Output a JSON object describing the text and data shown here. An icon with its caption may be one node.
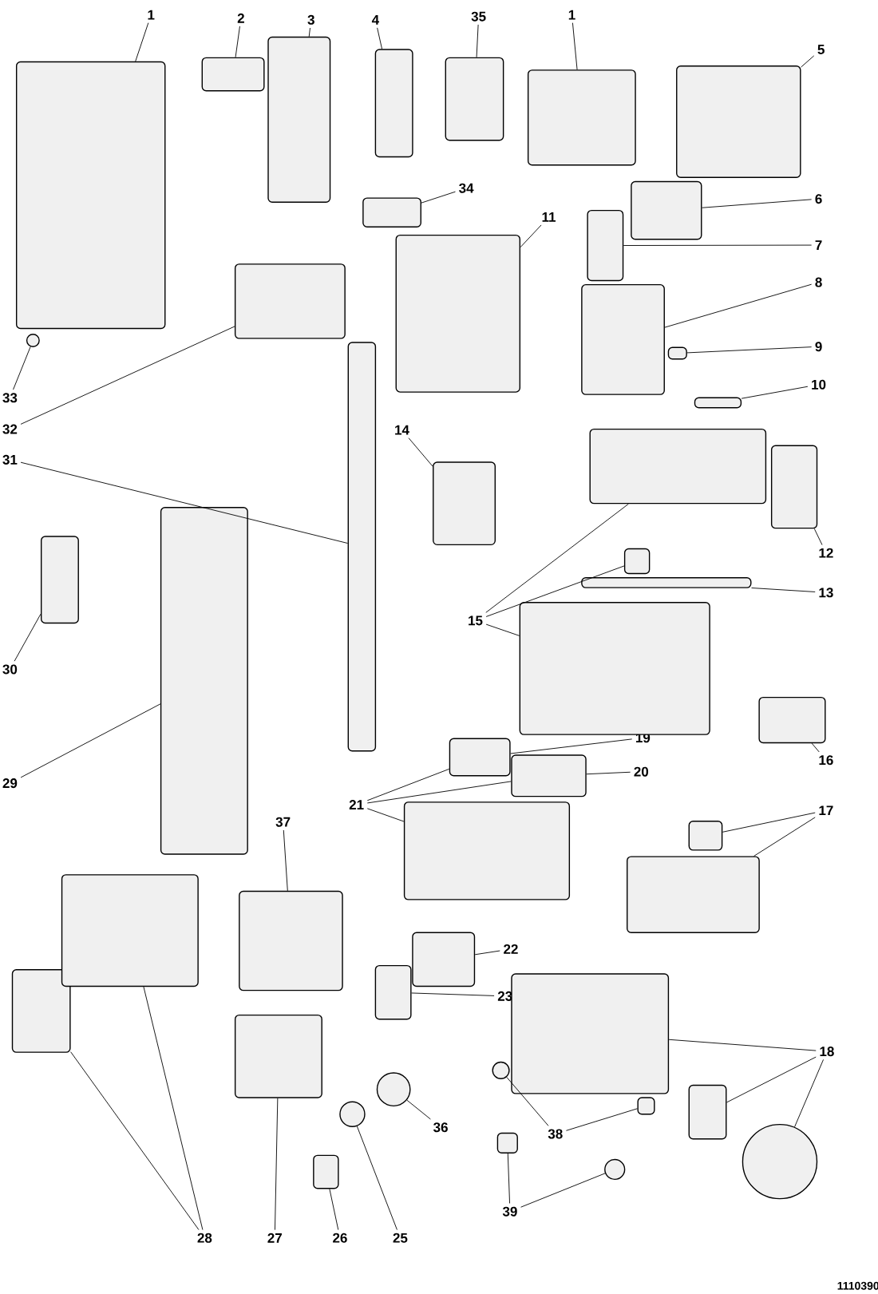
{
  "diagram": {
    "nodes": [
      {
        "text": [
          "1"
        ]
      },
      {
        "text": [
          "2"
        ]
      },
      {
        "text": [
          "3"
        ]
      },
      {
        "text": [
          "4"
        ]
      },
      {
        "text": [
          "35"
        ]
      },
      {
        "text": [
          "1"
        ]
      },
      {
        "text": [
          "5"
        ]
      },
      {
        "text": [
          "34"
        ]
      },
      {
        "text": [
          "6"
        ]
      },
      {
        "text": [
          "11"
        ]
      },
      {
        "text": [
          "7"
        ]
      },
      {
        "text": [
          "8"
        ]
      },
      {
        "text": [
          "9"
        ]
      },
      {
        "text": [
          "10"
        ]
      },
      {
        "text": [
          "33"
        ]
      },
      {
        "text": [
          "32"
        ]
      },
      {
        "text": [
          "14"
        ]
      },
      {
        "text": [
          "31"
        ]
      },
      {
        "text": [
          "12"
        ]
      },
      {
        "text": [
          "13"
        ]
      },
      {
        "text": [
          "15"
        ]
      },
      {
        "text": [
          "30"
        ]
      },
      {
        "text": [
          "19"
        ]
      },
      {
        "text": [
          "16"
        ]
      },
      {
        "text": [
          "20"
        ]
      },
      {
        "text": [
          "29"
        ]
      },
      {
        "text": [
          "21"
        ]
      },
      {
        "text": [
          "17"
        ]
      },
      {
        "text": [
          "37"
        ]
      },
      {
        "text": [
          "22"
        ]
      },
      {
        "text": [
          "23"
        ]
      },
      {
        "text": [
          "18"
        ]
      },
      {
        "text": [
          "36"
        ]
      },
      {
        "text": [
          "38"
        ]
      },
      {
        "text": [
          "39"
        ]
      },
      {
        "text": [
          "28"
        ]
      },
      {
        "text": [
          "27"
        ]
      },
      {
        "text": [
          "26"
        ]
      },
      {
        "text": [
          "25"
        ]
      },
      {
        "text": [],
        "shape": "box"
      },
      {
        "text": [],
        "shape": "box"
      },
      {
        "text": [],
        "shape": "box"
      },
      {
        "text": [],
        "shape": "box"
      },
      {
        "text": [],
        "shape": "box"
      },
      {
        "text": [],
        "shape": "box"
      },
      {
        "text": [],
        "shape": "box"
      },
      {
        "text": [],
        "shape": "box"
      },
      {
        "text": [],
        "shape": "box"
      },
      {
        "text": [],
        "shape": "box"
      },
      {
        "text": [],
        "shape": "box"
      },
      {
        "text": [],
        "shape": "box"
      },
      {
        "text": [],
        "shape": "box"
      },
      {
        "text": [],
        "shape": "box"
      },
      {
        "text": [],
        "shape": "box"
      },
      {
        "text": [],
        "shape": "box"
      },
      {
        "text": [],
        "shape": "box"
      },
      {
        "text": [],
        "shape": "box"
      },
      {
        "text": [],
        "shape": "box"
      },
      {
        "text": [],
        "shape": "box"
      },
      {
        "text": [],
        "shape": "box"
      },
      {
        "text": [],
        "shape": "box"
      },
      {
        "text": [],
        "shape": "box"
      },
      {
        "text": [],
        "shape": "box"
      },
      {
        "text": [],
        "shape": "box"
      },
      {
        "text": [],
        "shape": "box"
      },
      {
        "text": [],
        "shape": "box"
      },
      {
        "text": [],
        "shape": "box"
      },
      {
        "text": [],
        "shape": "box"
      },
      {
        "text": [],
        "shape": "box"
      },
      {
        "text": [],
        "shape": "box"
      },
      {
        "text": [],
        "shape": "box"
      },
      {
        "text": [],
        "shape": "box"
      },
      {
        "text": [],
        "shape": "box"
      },
      {
        "text": [],
        "shape": "box"
      },
      {
        "text": [],
        "shape": "circle"
      },
      {
        "text": [],
        "shape": "circle"
      },
      {
        "text": [],
        "shape": "box"
      },
      {
        "text": [],
        "shape": "box"
      },
      {
        "text": [],
        "shape": "circle"
      },
      {
        "text": [],
        "shape": "circle"
      },
      {
        "text": [],
        "shape": "circle"
      },
      {
        "text": [],
        "shape": "box"
      },
      {
        "text": [],
        "shape": "box"
      },
      {
        "text": [],
        "shape": "box"
      },
      {
        "text": [],
        "shape": "box"
      },
      {
        "text": [],
        "shape": "circle"
      }
    ],
    "edges": [
      {
        "from": 0,
        "to": 39,
        "arrow": "none"
      },
      {
        "from": 1,
        "to": 40,
        "arrow": "none"
      },
      {
        "from": 2,
        "to": 41,
        "arrow": "none"
      },
      {
        "from": 3,
        "to": 42,
        "arrow": "none"
      },
      {
        "from": 4,
        "to": 43,
        "arrow": "none"
      },
      {
        "from": 5,
        "to": 44,
        "arrow": "none"
      },
      {
        "from": 6,
        "to": 45,
        "arrow": "none"
      },
      {
        "from": 7,
        "to": 46,
        "arrow": "none"
      },
      {
        "from": 8,
        "to": 48,
        "arrow": "none"
      },
      {
        "from": 9,
        "to": 47,
        "arrow": "none"
      },
      {
        "from": 10,
        "to": 49,
        "arrow": "none"
      },
      {
        "from": 11,
        "to": 50,
        "arrow": "none"
      },
      {
        "from": 12,
        "to": 51,
        "arrow": "none"
      },
      {
        "from": 13,
        "to": 52,
        "arrow": "none"
      },
      {
        "from": 14,
        "to": 85,
        "arrow": "none"
      },
      {
        "from": 15,
        "to": 53,
        "arrow": "none"
      },
      {
        "from": 16,
        "to": 55,
        "arrow": "none"
      },
      {
        "from": 17,
        "to": 54,
        "arrow": "none"
      },
      {
        "from": 18,
        "to": 57,
        "arrow": "none"
      },
      {
        "from": 19,
        "to": 59,
        "arrow": "none"
      },
      {
        "from": 20,
        "to": 56,
        "arrow": "none"
      },
      {
        "from": 20,
        "to": 58,
        "arrow": "none"
      },
      {
        "from": 20,
        "to": 60,
        "arrow": "none"
      },
      {
        "from": 21,
        "to": 61,
        "arrow": "none"
      },
      {
        "from": 22,
        "to": 64,
        "arrow": "none"
      },
      {
        "from": 23,
        "to": 63,
        "arrow": "none"
      },
      {
        "from": 24,
        "to": 65,
        "arrow": "none"
      },
      {
        "from": 25,
        "to": 62,
        "arrow": "none"
      },
      {
        "from": 26,
        "to": 64,
        "arrow": "none"
      },
      {
        "from": 26,
        "to": 65,
        "arrow": "none"
      },
      {
        "from": 26,
        "to": 66,
        "arrow": "none"
      },
      {
        "from": 27,
        "to": 67,
        "arrow": "none"
      },
      {
        "from": 27,
        "to": 68,
        "arrow": "none"
      },
      {
        "from": 28,
        "to": 69,
        "arrow": "none"
      },
      {
        "from": 29,
        "to": 70,
        "arrow": "none"
      },
      {
        "from": 30,
        "to": 71,
        "arrow": "none"
      },
      {
        "from": 31,
        "to": 72,
        "arrow": "none"
      },
      {
        "from": 31,
        "to": 73,
        "arrow": "none"
      },
      {
        "from": 31,
        "to": 74,
        "arrow": "none"
      },
      {
        "from": 32,
        "to": 79,
        "arrow": "none"
      },
      {
        "from": 33,
        "to": 75,
        "arrow": "none"
      },
      {
        "from": 33,
        "to": 76,
        "arrow": "none"
      },
      {
        "from": 34,
        "to": 77,
        "arrow": "none"
      },
      {
        "from": 34,
        "to": 78,
        "arrow": "none"
      },
      {
        "from": 35,
        "to": 83,
        "arrow": "none"
      },
      {
        "from": 35,
        "to": 84,
        "arrow": "none"
      },
      {
        "from": 36,
        "to": 82,
        "arrow": "none"
      },
      {
        "from": 37,
        "to": 81,
        "arrow": "none"
      },
      {
        "from": 38,
        "to": 80,
        "arrow": "none"
      }
    ],
    "labels": [
      "1110390"
    ]
  }
}
